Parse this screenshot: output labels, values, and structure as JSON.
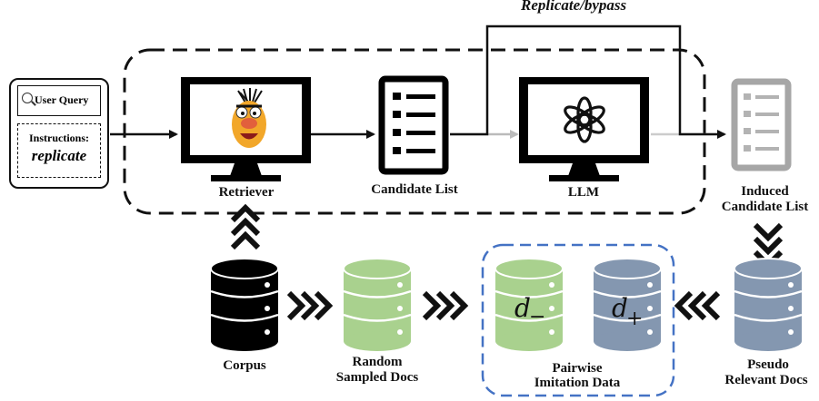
{
  "diagram": {
    "bypass_label": "Replicate/bypass",
    "user_query": "User Query",
    "instructions_label": "Instructions:",
    "instructions_value": "replicate",
    "nodes": {
      "retriever": "Retriever",
      "candidate_list": "Candidate List",
      "llm": "LLM",
      "induced_line1": "Induced",
      "induced_line2": "Candidate List",
      "corpus": "Corpus",
      "random_line1": "Random",
      "random_line2": "Sampled Docs",
      "pairwise_line1": "Pairwise",
      "pairwise_line2": "Imitation Data",
      "pseudo_line1": "Pseudo",
      "pseudo_line2": "Relevant Docs"
    },
    "math": {
      "d_minus_base": "d",
      "d_minus_sub": "−",
      "d_plus_base": "d",
      "d_plus_sub": "+"
    },
    "colors": {
      "green_db": "#a9d18e",
      "blue_db": "#8497b0",
      "black_db": "#000000",
      "gray_list": "#a6a6a6",
      "dashed_blue": "#4472c4"
    }
  }
}
